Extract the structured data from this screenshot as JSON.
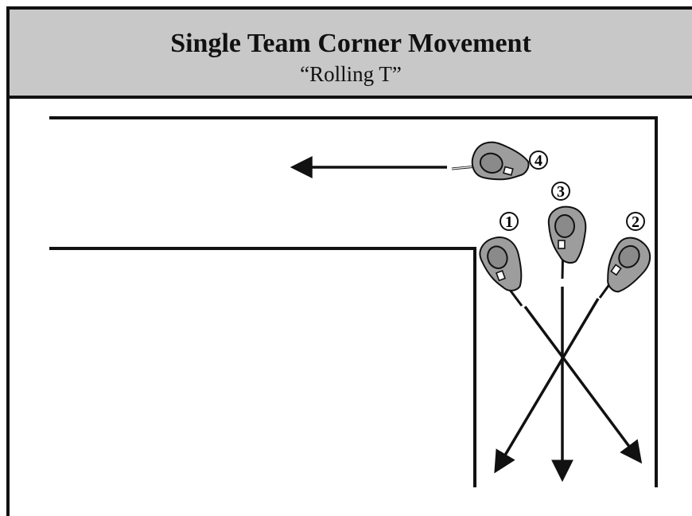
{
  "header": {
    "title": "Single Team Corner Movement",
    "subtitle": "“Rolling T”"
  },
  "players": [
    {
      "number": "4"
    },
    {
      "number": "3"
    },
    {
      "number": "1"
    },
    {
      "number": "2"
    }
  ],
  "colors": {
    "header_bg": "#c8c8c8",
    "skater_fill": "#9d9d9d",
    "line": "#111111"
  }
}
